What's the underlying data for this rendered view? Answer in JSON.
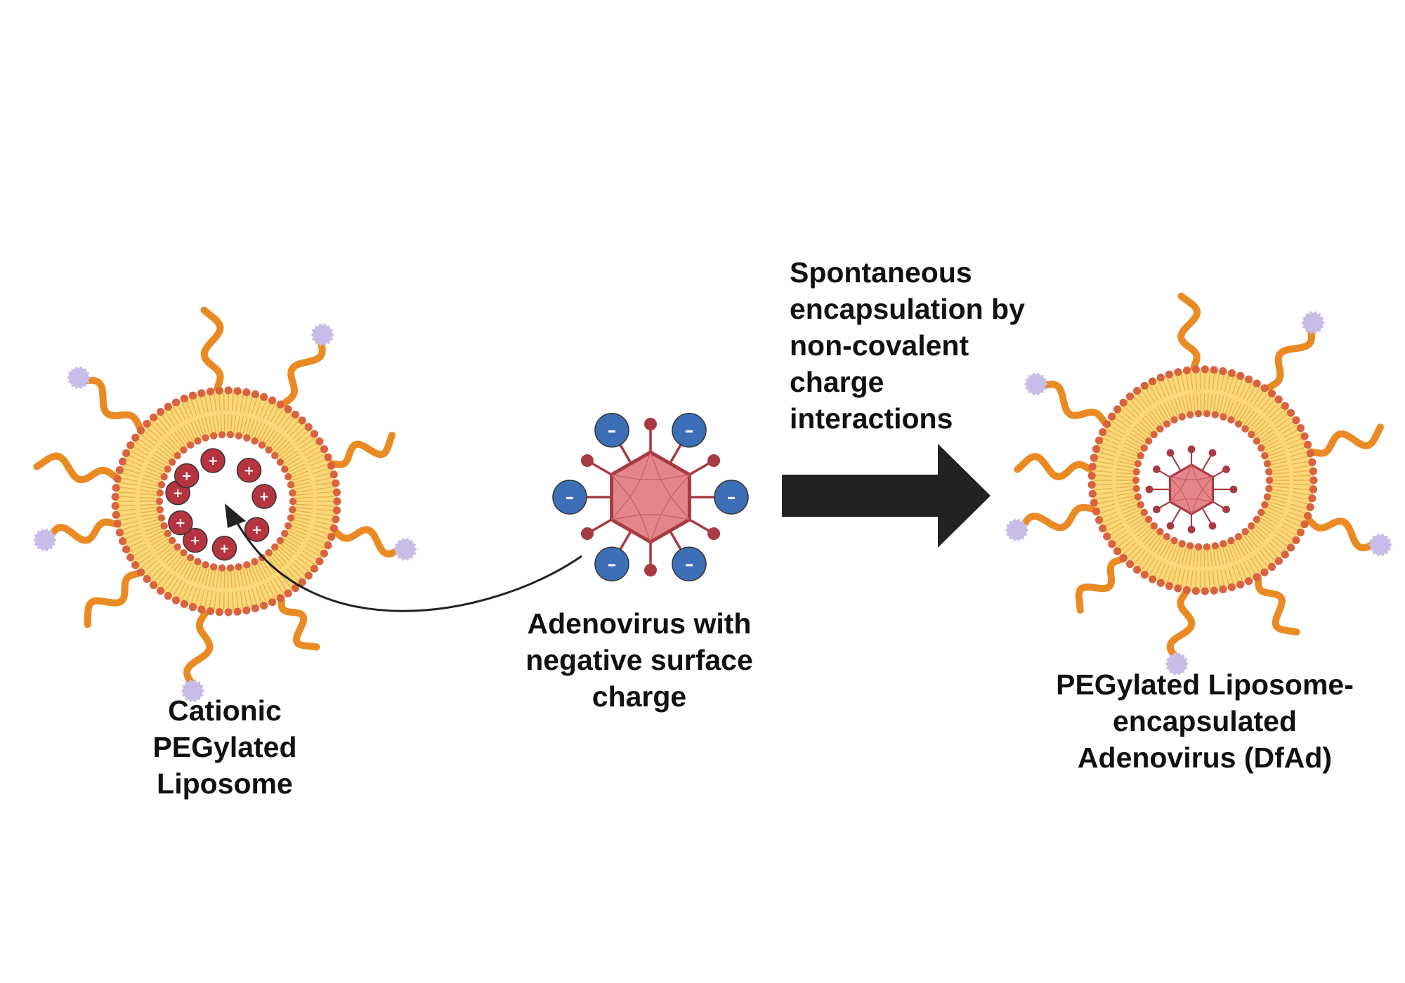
{
  "labels": {
    "cationic": [
      "Cationic",
      "PEGylated",
      "Liposome"
    ],
    "adenovirus": [
      "Adenovirus with",
      "negative surface",
      "charge"
    ],
    "process": [
      "Spontaneous",
      "encapsulation by",
      "non-covalent",
      "charge",
      "interactions"
    ],
    "product": [
      "PEGylated Liposome-",
      "encapsulated",
      "Adenovirus (DfAd)"
    ]
  },
  "symbols": {
    "positive": "+",
    "negative": "–"
  },
  "colors": {
    "peg_chain": "#ea8a22",
    "ligand": "#c8bde8",
    "head_group": "#d9623f",
    "bilayer_fill": "#fbd97a",
    "cation": "#b6343f",
    "anion": "#3d6eb8",
    "capsid": "#e3868b",
    "capsid_edge": "#a83a42",
    "arrow": "#222222"
  },
  "icons": [
    "cationic-liposome-icon",
    "adenovirus-icon",
    "process-arrow-icon",
    "encapsulated-liposome-icon",
    "curved-arrow-icon"
  ]
}
